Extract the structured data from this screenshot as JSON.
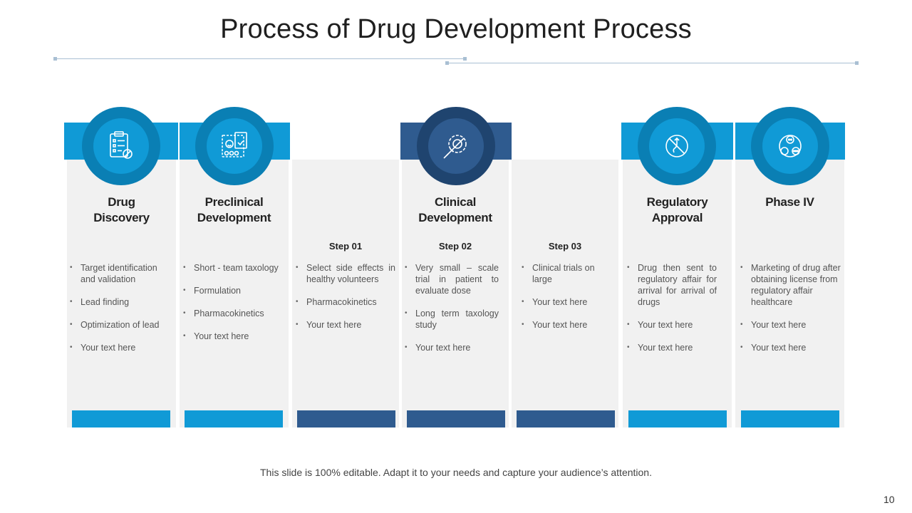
{
  "title": "Process of Drug Development Process",
  "colors": {
    "light_blue": "#109ad6",
    "ring_light": "#0a7fb4",
    "dark_blue": "#2f5b8f",
    "ring_dark": "#1f446f",
    "panel": "#f1f1f1"
  },
  "stages": [
    {
      "icon": "clipboard-checklist-icon",
      "title_lines": [
        "Drug",
        "Discovery"
      ],
      "items": [
        "Target identification and validation",
        "Lead finding",
        "Optimization of lead",
        "Your text here"
      ]
    },
    {
      "icon": "lab-sample-icon",
      "title_lines": [
        "Preclinical",
        "Development"
      ],
      "items": [
        "Short - team taxology",
        "Formulation",
        "Pharmacokinetics",
        "Your text here"
      ]
    },
    {
      "icon": "syringe-gear-icon",
      "title_lines": [
        "Clinical",
        "Development"
      ],
      "steps": [
        {
          "label": "Step 01",
          "items": [
            "Select side effects in healthy volunteers",
            "Pharmacokinetics",
            "Your text here"
          ]
        },
        {
          "label": "Step 02",
          "items": [
            "Very small – scale trial in patient to evaluate  dose",
            "Long term taxology study",
            "Your text here"
          ]
        },
        {
          "label": "Step 03",
          "items": [
            "Clinical trials on large",
            "Your text here",
            "Your text here"
          ]
        }
      ]
    },
    {
      "icon": "no-entry-icon",
      "title_lines": [
        "Regulatory",
        "Approval"
      ],
      "items": [
        "Drug then sent to regulatory affair for arrival for arrival of drugs",
        "Your text here",
        "Your text here"
      ]
    },
    {
      "icon": "network-nodes-icon",
      "title_lines": [
        "Phase IV"
      ],
      "items": [
        "Marketing of drug after obtaining license from regulatory affair healthcare",
        "Your text here",
        "Your text here"
      ]
    }
  ],
  "footer": "This slide is 100% editable. Adapt it to your needs and capture your audience’s attention.",
  "page_number": "10"
}
